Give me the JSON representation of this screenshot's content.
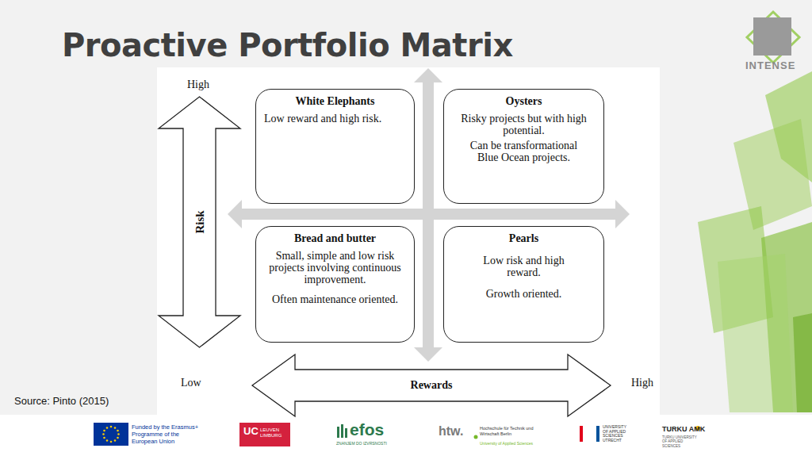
{
  "diagram": {
    "title": "Proactive Portfolio Matrix",
    "nodes": [
      {
        "text": [
          "White Elephants",
          "Low reward and high risk."
        ]
      },
      {
        "text": [
          "Oysters",
          "Risky projects but with high potential.",
          "Can be transformational Blue Ocean projects."
        ]
      },
      {
        "text": [
          "Bread and butter",
          "Small, simple and low risk projects involving continuous improvement.",
          "Often maintenance oriented."
        ]
      },
      {
        "text": [
          "Pearls",
          "Low risk and high reward.",
          "Growth oriented."
        ]
      },
      {
        "text": [
          "Risk"
        ]
      },
      {
        "text": [
          "Rewards"
        ]
      }
    ],
    "labels": [
      "High",
      "Low",
      "High",
      "Source: Pinto (2015)",
      "INTENSE",
      "Funded by the Erasmus+ Programme of the European Union",
      "UC",
      "LEUVEN LIMBURG",
      "efos",
      "ZNANJEM DO IZVRSNOSTI",
      "htw.",
      "Hochschule für Technik und Wirtschaft Berlin",
      "University of Applied Sciences",
      "UNIVERSITY OF APPLIED SCIENCES UTRECHT",
      "TURKU AMK",
      "TURKU UNIVERSITY OF APPLIED SCIENCES"
    ]
  }
}
